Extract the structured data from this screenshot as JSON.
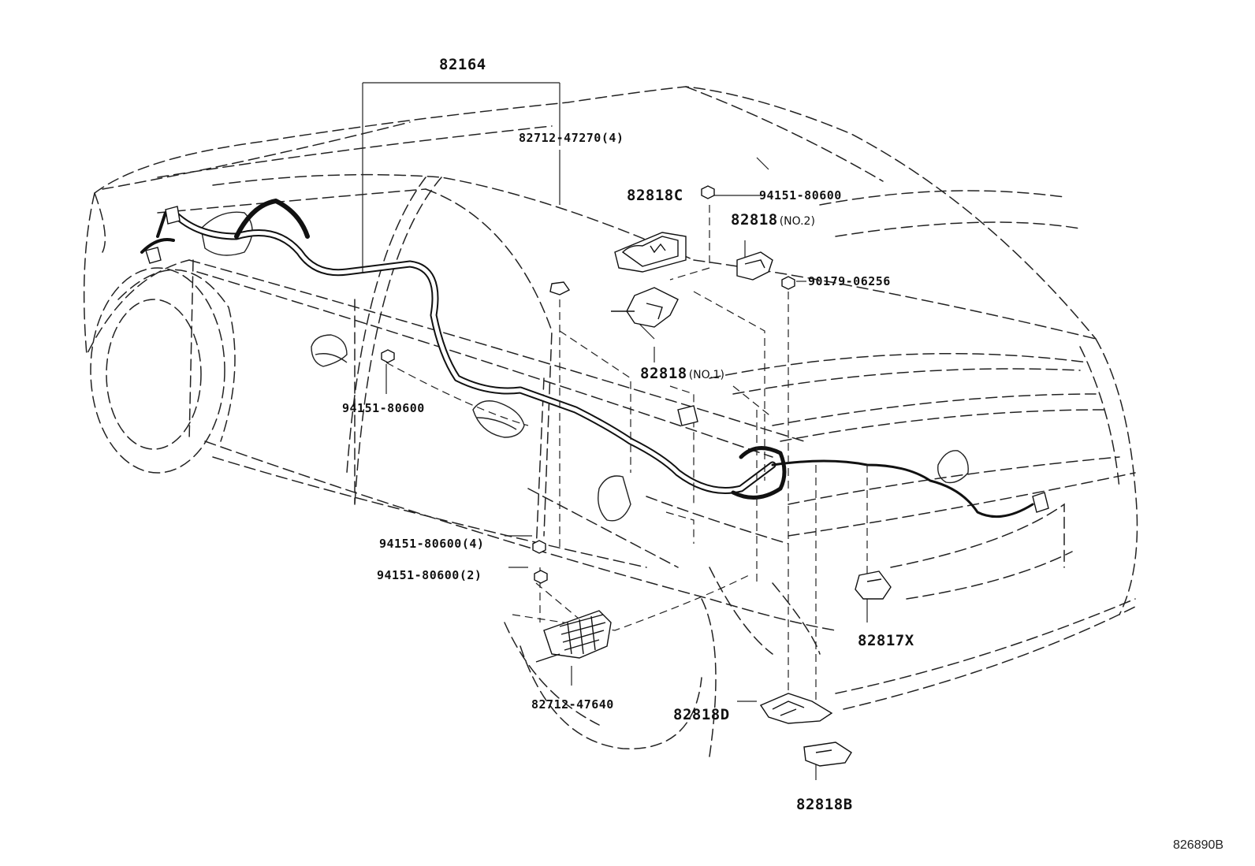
{
  "diagram": {
    "reference_code": "826890B",
    "callouts": {
      "wire_harness": "82164",
      "clamp_4": "82712-47270(4)",
      "cover_c": "82818C",
      "nut_top": "94151-80600",
      "bracket_no2": "82818",
      "bracket_no2_suffix": "(NO.2)",
      "nut_90179": "90179-06256",
      "bracket_no1": "82818",
      "bracket_no1_suffix": "(NO.1)",
      "nut_door": "94151-80600",
      "nut_x4": "94151-80600(4)",
      "nut_x2": "94151-80600(2)",
      "bracket_47640": "82712-47640",
      "bracket_x": "82817X",
      "cover_d": "82818D",
      "bracket_b": "82818B"
    },
    "icons": [
      "car-body-outline",
      "wire-harness",
      "nut-icon",
      "bracket-icon",
      "connector-icon"
    ]
  }
}
